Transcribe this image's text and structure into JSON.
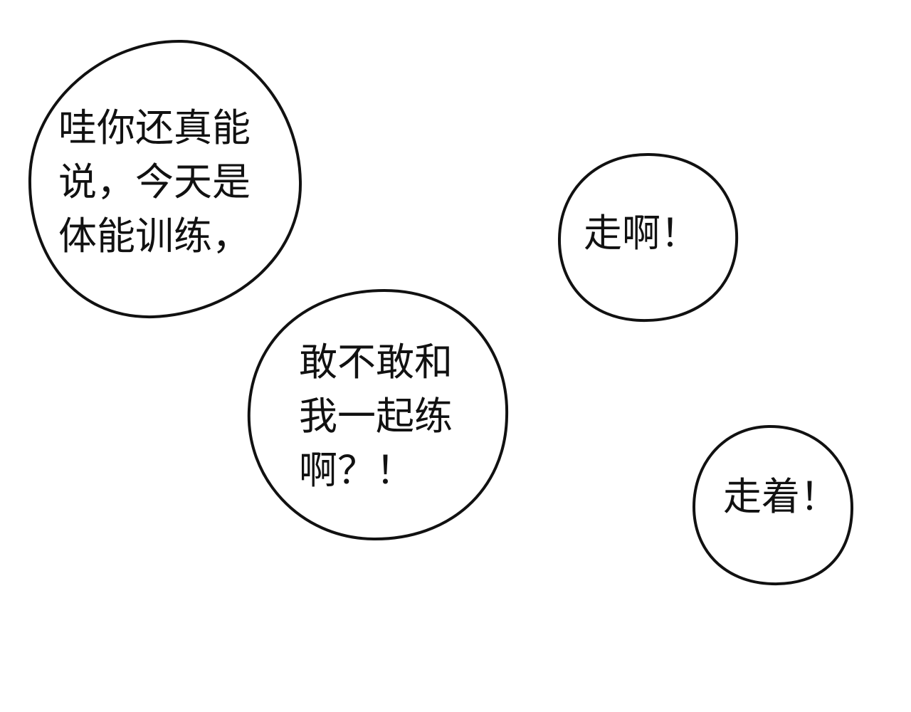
{
  "bubbles": [
    {
      "lines": [
        "哇你还真能",
        "说，今天是",
        "体能训练，"
      ]
    },
    {
      "lines": [
        "敢不敢和",
        "我一起练",
        "啊？！"
      ]
    },
    {
      "lines": [
        "走啊！"
      ]
    },
    {
      "lines": [
        "走着！"
      ]
    }
  ],
  "colors": {
    "background": "#ffffff",
    "outline": "#111111",
    "text": "#111111"
  }
}
